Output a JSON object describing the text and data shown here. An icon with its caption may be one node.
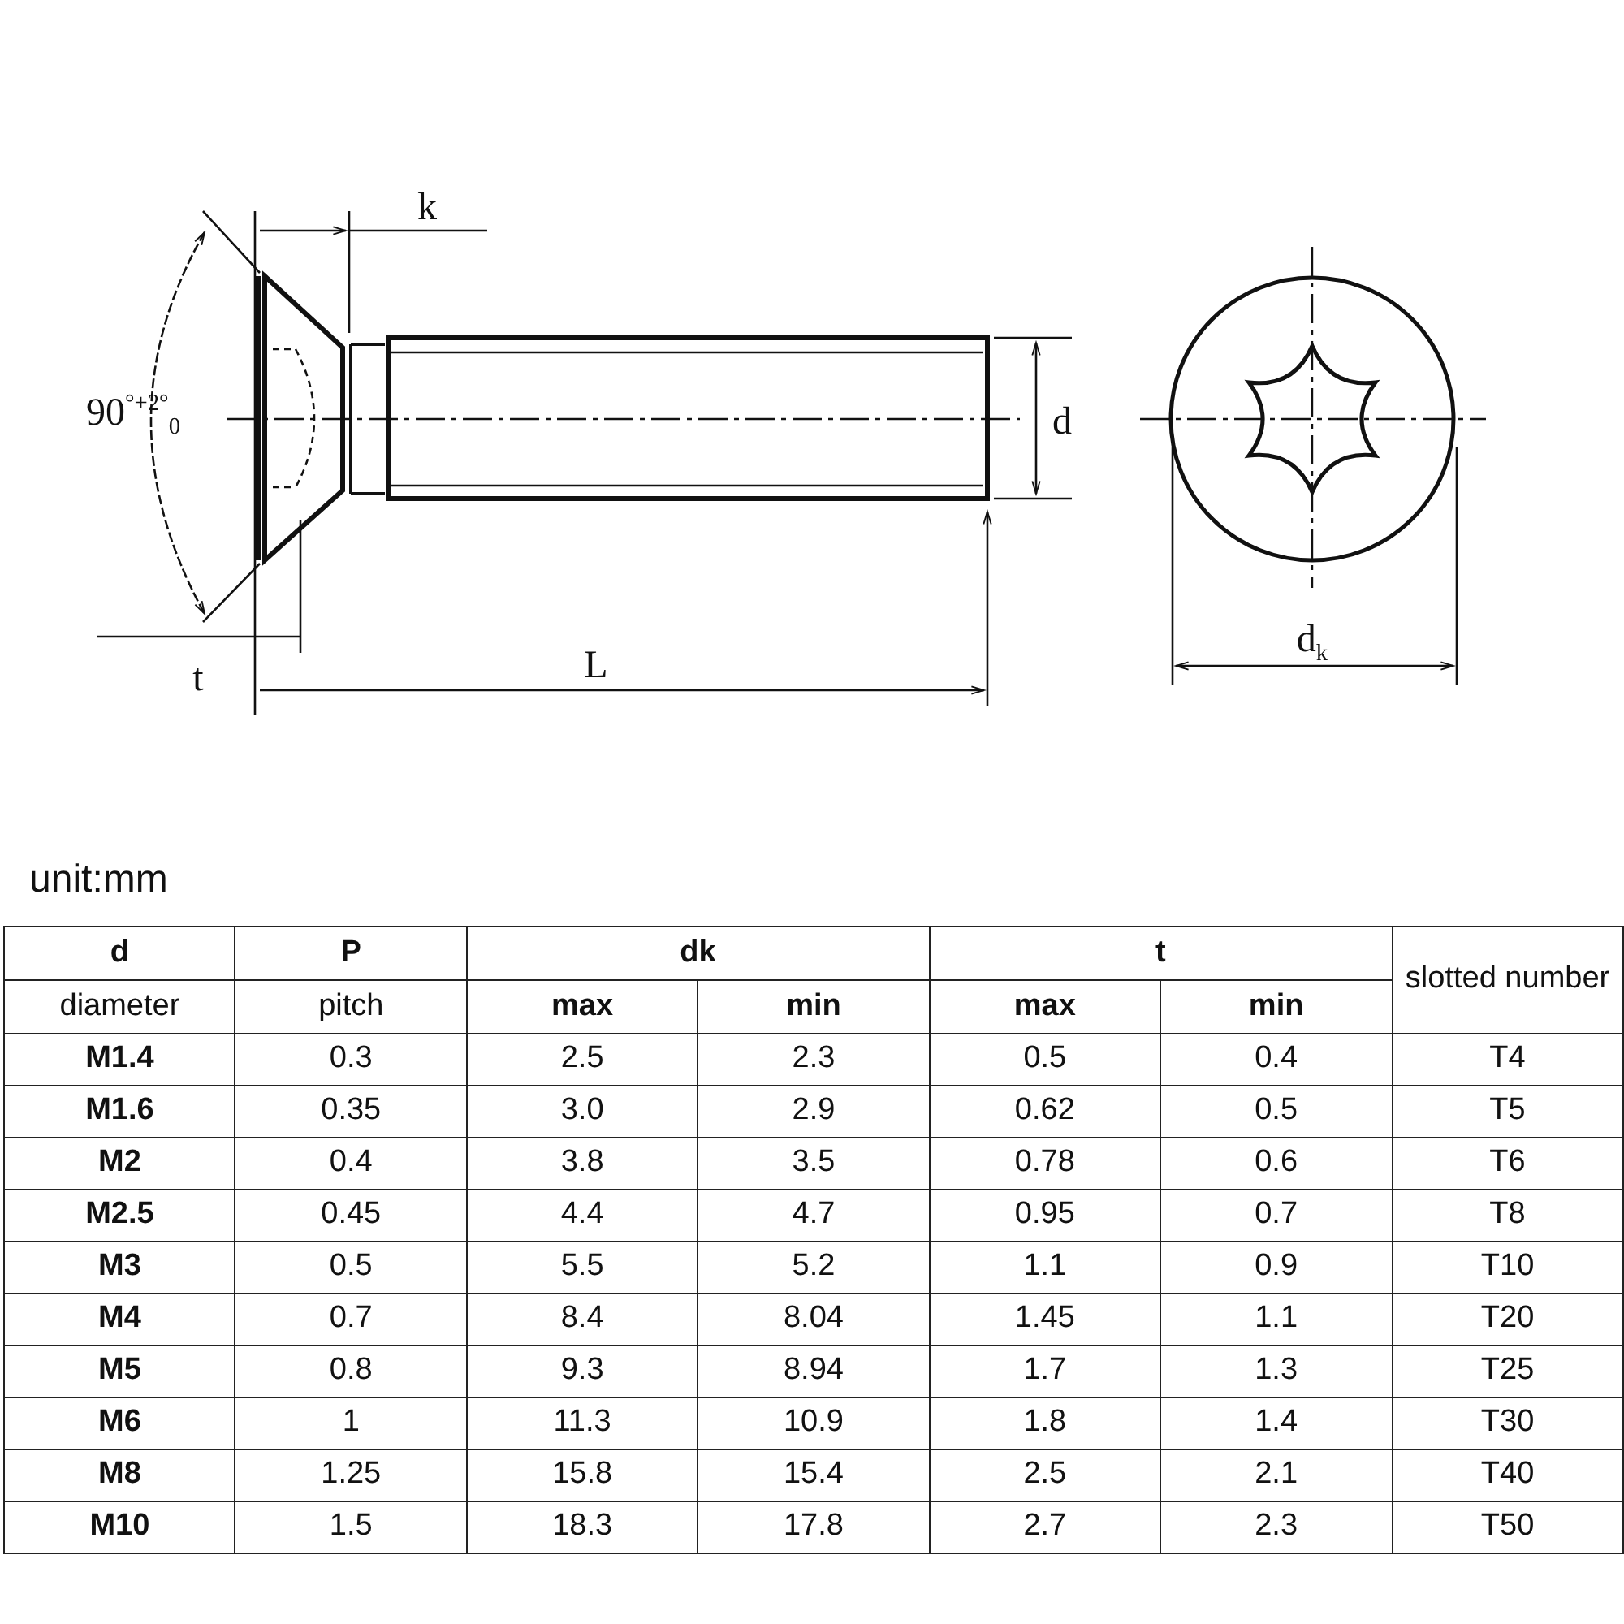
{
  "diagram": {
    "labels": [
      "k",
      "90$^{°+2°}$$_{0}$",
      "d",
      "t",
      "L",
      "d$_{k}$",
      "unit:mm",
      "d",
      "P",
      "dk",
      "t",
      "slotted number",
      "diameter",
      "pitch",
      "max",
      "min",
      "max",
      "min",
      "M1.4",
      "0.3",
      "2.5",
      "2.3",
      "0.5",
      "0.4",
      "T4",
      "M1.6",
      "0.35",
      "3.0",
      "2.9",
      "0.62",
      "0.5",
      "T5",
      "M2",
      "0.4",
      "3.8",
      "3.5",
      "0.78",
      "0.6",
      "T6",
      "M2.5",
      "0.45",
      "4.4",
      "4.7",
      "0.95",
      "0.7",
      "T8",
      "M3",
      "0.5",
      "5.5",
      "5.2",
      "1.1",
      "0.9",
      "T10",
      "M4",
      "0.7",
      "8.4",
      "8.04",
      "1.45",
      "1.1",
      "T20",
      "M5",
      "0.8",
      "9.3",
      "8.94",
      "1.7",
      "1.3",
      "T25",
      "M6",
      "1",
      "11.3",
      "10.9",
      "1.8",
      "1.4",
      "T30",
      "M8",
      "1.25",
      "15.8",
      "15.4",
      "2.5",
      "2.1",
      "T40",
      "M10",
      "1.5",
      "18.3",
      "17.8",
      "2.7",
      "2.3",
      "T50"
    ]
  }
}
